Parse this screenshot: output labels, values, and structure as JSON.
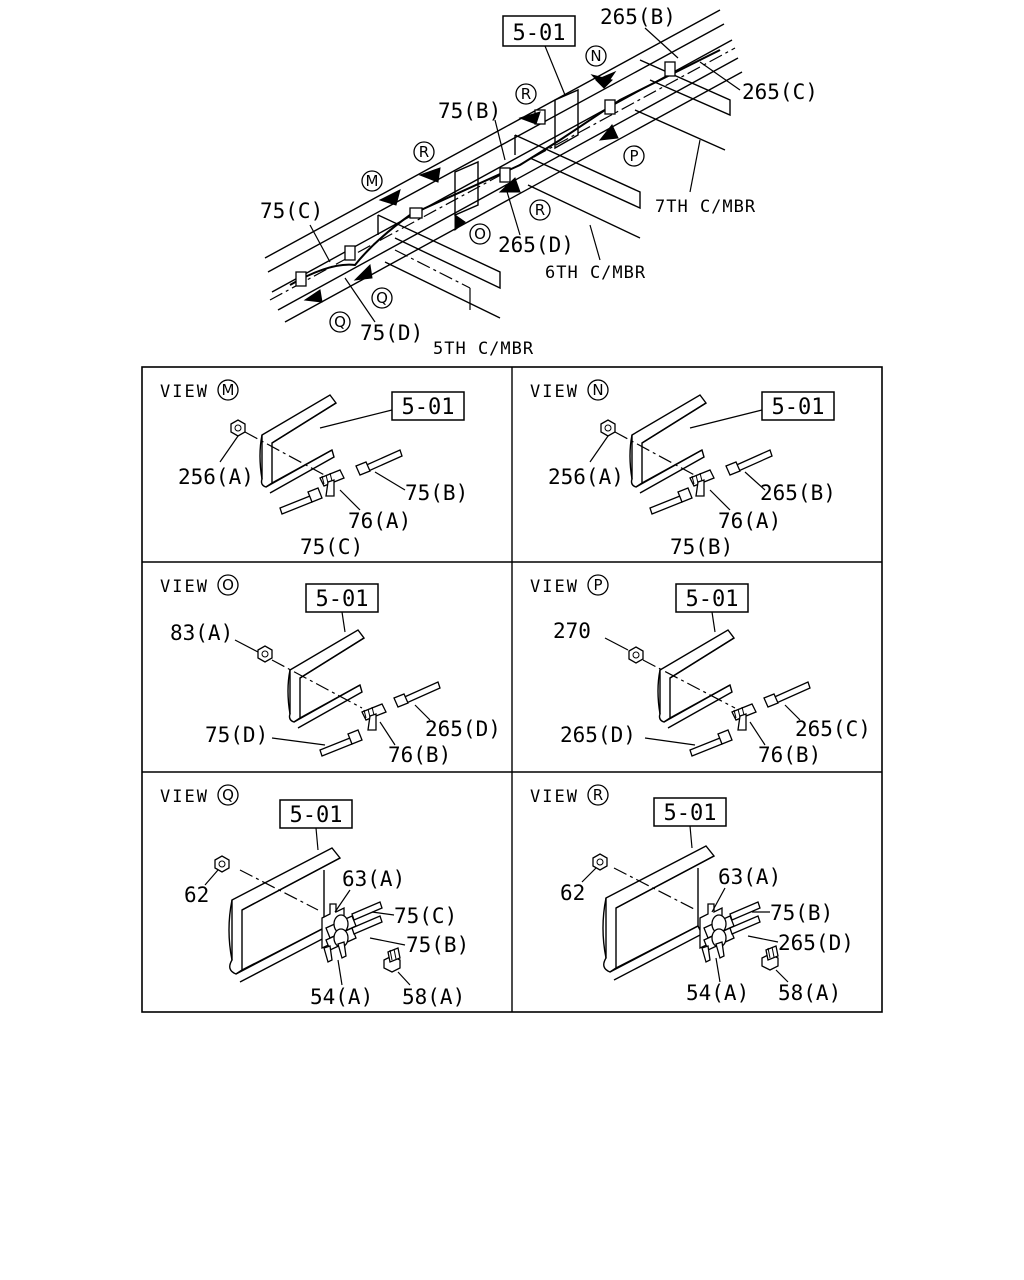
{
  "overview": {
    "ref_box": "5-01",
    "labels": {
      "l265b": "265(B)",
      "l265c": "265(C)",
      "l75b": "75(B)",
      "l75c": "75(C)",
      "l75d": "75(D)",
      "l265d": "265(D)",
      "mbr7": "7TH C/MBR",
      "mbr6": "6TH C/MBR",
      "mbr5": "5TH C/MBR"
    },
    "markers": {
      "n": "N",
      "r1": "R",
      "r2": "R",
      "r3": "R",
      "m": "M",
      "p": "P",
      "o": "O",
      "q1": "Q",
      "q2": "Q"
    }
  },
  "views": {
    "m": {
      "title": "VIEW",
      "letter": "M",
      "ref": "5-01",
      "p1": "256(A)",
      "p2": "75(B)",
      "p3": "76(A)",
      "p4": "75(C)"
    },
    "n": {
      "title": "VIEW",
      "letter": "N",
      "ref": "5-01",
      "p1": "256(A)",
      "p2": "265(B)",
      "p3": "76(A)",
      "p4": "75(B)"
    },
    "o": {
      "title": "VIEW",
      "letter": "O",
      "ref": "5-01",
      "p1": "83(A)",
      "p2": "265(D)",
      "p3": "76(B)",
      "p4": "75(D)"
    },
    "p": {
      "title": "VIEW",
      "letter": "P",
      "ref": "5-01",
      "p1": "270",
      "p2": "265(C)",
      "p3": "76(B)",
      "p4": "265(D)"
    },
    "q": {
      "title": "VIEW",
      "letter": "Q",
      "ref": "5-01",
      "p1": "62",
      "p2": "63(A)",
      "p3": "75(C)",
      "p4": "75(B)",
      "p5": "54(A)",
      "p6": "58(A)"
    },
    "r": {
      "title": "VIEW",
      "letter": "R",
      "ref": "5-01",
      "p1": "62",
      "p2": "63(A)",
      "p3": "75(B)",
      "p4": "265(D)",
      "p5": "54(A)",
      "p6": "58(A)"
    }
  }
}
